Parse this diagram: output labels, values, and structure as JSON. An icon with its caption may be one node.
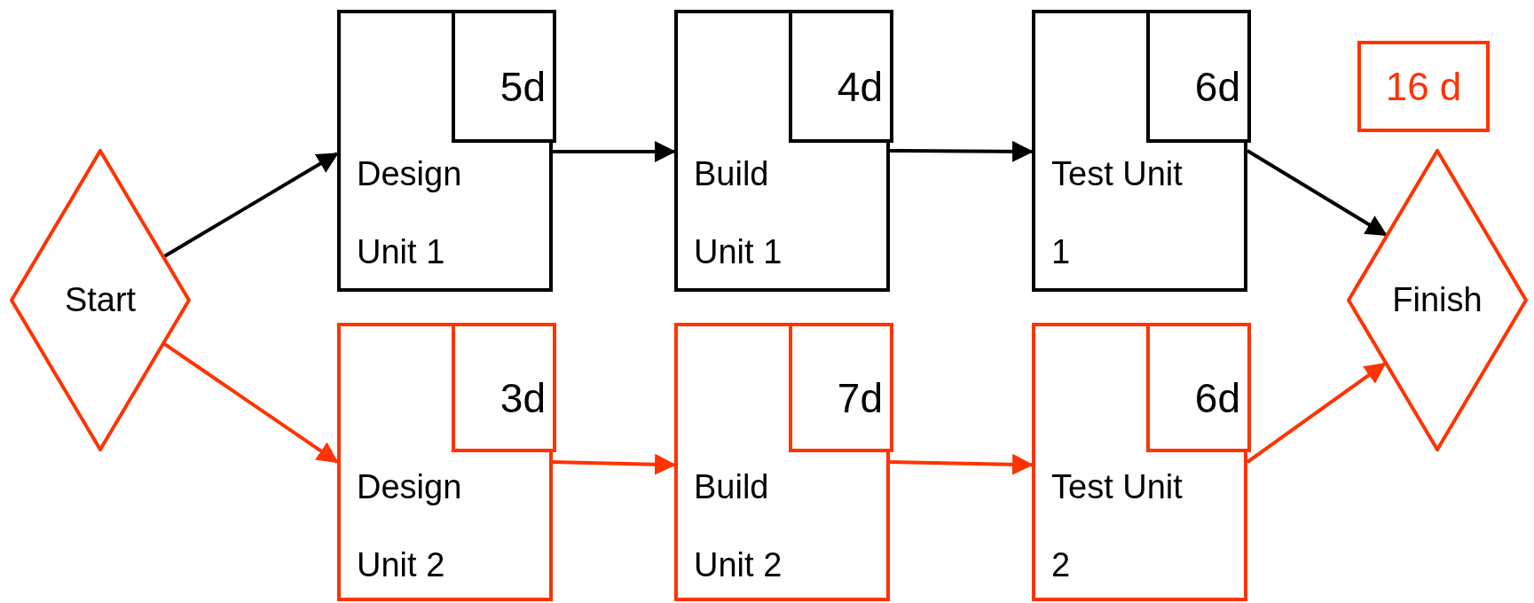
{
  "diagram": {
    "nodes": [
      {
        "text": [
          "Start"
        ]
      },
      {
        "text": [
          "Design Unit 1"
        ]
      },
      {
        "text": [
          "5d"
        ],
        "in": 1
      },
      {
        "text": [
          "Build Unit 1"
        ]
      },
      {
        "text": [
          "4d"
        ],
        "in": 3
      },
      {
        "text": [
          "Test Unit 1"
        ]
      },
      {
        "text": [
          "6d"
        ],
        "in": 5
      },
      {
        "text": [
          "16 d"
        ]
      },
      {
        "text": [
          "Finish"
        ]
      },
      {
        "text": [
          "Design Unit 2"
        ]
      },
      {
        "text": [
          "3d"
        ],
        "in": 9
      },
      {
        "text": [
          "Build Unit 2"
        ]
      },
      {
        "text": [
          "7d"
        ],
        "in": 11
      },
      {
        "text": [
          "Test Unit 2"
        ]
      },
      {
        "text": [
          "6d"
        ],
        "in": 13
      }
    ],
    "edges": [
      {
        "from": 0,
        "to": 1,
        "arrow": "to"
      },
      {
        "from": 1,
        "to": 3,
        "arrow": "to"
      },
      {
        "from": 3,
        "to": 5,
        "arrow": "to"
      },
      {
        "from": 5,
        "to": 8,
        "arrow": "to"
      },
      {
        "from": 0,
        "to": 9,
        "arrow": "to",
        "color": "#ff3300"
      },
      {
        "from": 9,
        "to": 11,
        "arrow": "to",
        "color": "#ff3300"
      },
      {
        "from": 11,
        "to": 13,
        "arrow": "to",
        "color": "#ff3300"
      },
      {
        "from": 13,
        "to": 8,
        "arrow": "to",
        "color": "#ff3300"
      }
    ]
  }
}
